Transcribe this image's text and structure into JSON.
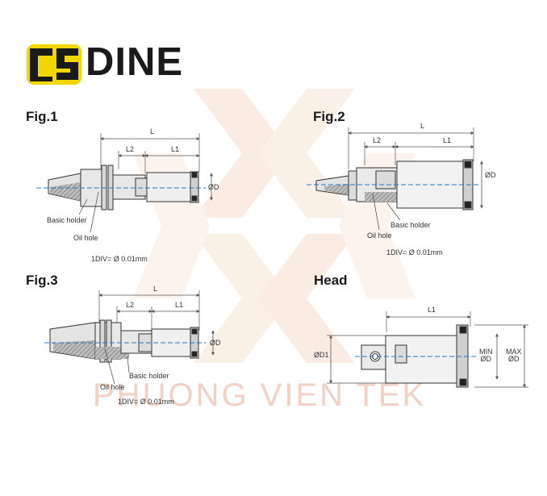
{
  "brand": {
    "name": "DINE",
    "logo_yellow": "#f2d600",
    "logo_black": "#1a1a1a"
  },
  "watermark": {
    "text": "PHUONG VIEN TEK",
    "color": "#f2c9bc"
  },
  "fig1": {
    "title": "Fig.1",
    "dim_L": "L",
    "dim_L2": "L2",
    "dim_L1": "L1",
    "dim_D": "ØD",
    "label_holder": "Basic holder",
    "label_oil": "Oil hole",
    "scale": "1DIV= Ø 0.01mm"
  },
  "fig2": {
    "title": "Fig.2",
    "dim_L": "L",
    "dim_L2": "L2",
    "dim_L1": "L1",
    "dim_D": "ØD",
    "label_holder": "Basic holder",
    "label_oil": "Oil hole",
    "scale": "1DIV= Ø 0.01mm"
  },
  "fig3": {
    "title": "Fig.3",
    "dim_L": "L",
    "dim_L2": "L2",
    "dim_L1": "L1",
    "dim_D": "ØD",
    "label_holder": "Basic holder",
    "label_oil": "Oil hole",
    "scale": "1DIV= Ø 0.01mm"
  },
  "head": {
    "title": "Head",
    "dim_L1": "L1",
    "dim_D1": "ØD1",
    "min_label": "MIN",
    "max_label": "MAX",
    "d_label": "ØD"
  },
  "colors": {
    "line": "#333333",
    "fill_gray": "#dcdcdc",
    "hatch": "#8a8a8a",
    "axis": "#1e78c8",
    "dim": "#666666"
  }
}
